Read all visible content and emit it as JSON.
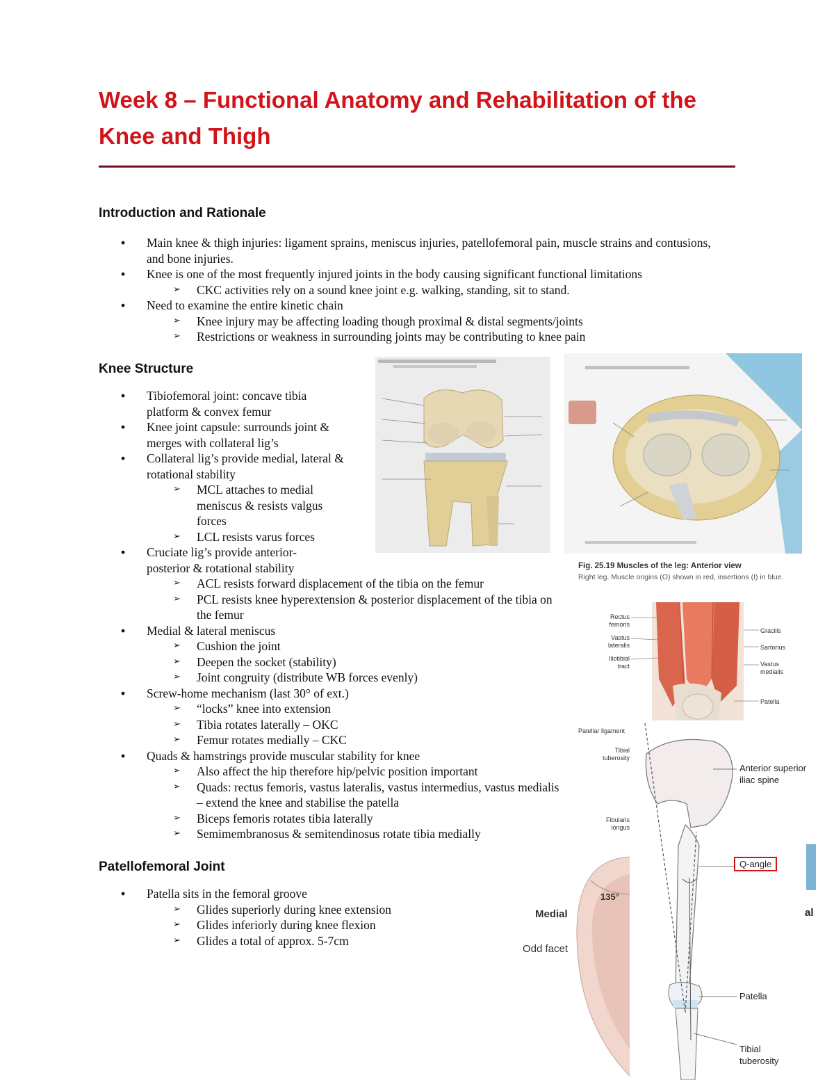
{
  "title": "Week 8 – Functional Anatomy and Rehabilitation of the Knee and Thigh",
  "colors": {
    "title": "#d0141a",
    "rule": "#6b1220",
    "bone": "#e6d3a8",
    "muscle": "#e07a5f"
  },
  "sections": {
    "intro": {
      "heading": "Introduction and Rationale",
      "items": [
        "Main knee & thigh injuries: ligament sprains, meniscus injuries, patellofemoral pain, muscle strains and contusions, and bone injuries.",
        "Knee is one of the most frequently injured joints in the body causing significant functional limitations",
        "CKC activities rely on a sound knee joint e.g. walking, standing, sit to stand.",
        "Need to examine the entire kinetic chain",
        "Knee injury may be affecting loading though proximal & distal segments/joints",
        "Restrictions or weakness in surrounding joints may be contributing to knee pain"
      ]
    },
    "structure": {
      "heading": "Knee Structure",
      "items": [
        "Tibiofemoral joint: concave tibia platform & convex femur",
        "Knee joint capsule: surrounds joint & merges with collateral lig’s",
        "Collateral lig’s provide medial, lateral & rotational stability",
        "MCL attaches to medial meniscus & resists valgus forces",
        "LCL resists varus forces",
        "Cruciate lig’s provide anterior-posterior & rotational stability",
        "ACL resists forward displacement of the tibia on the femur",
        "PCL resists knee hyperextension & posterior displacement of the tibia on the femur",
        "Medial & lateral meniscus",
        "Cushion the joint",
        "Deepen the socket (stability)",
        "Joint congruity (distribute WB forces evenly)",
        "Screw-home mechanism (last 30° of ext.)",
        "“locks” knee into extension",
        "Tibia rotates laterally – OKC",
        "Femur rotates medially – CKC",
        "Quads & hamstrings provide muscular stability for knee",
        "Also affect the hip therefore hip/pelvic position important",
        "Quads: rectus femoris, vastus lateralis, vastus intermedius, vastus medialis – extend the knee and stabilise the patella",
        "Biceps femoris rotates tibia laterally",
        "Semimembranosus & semitendinosus rotate tibia medially"
      ]
    },
    "patellofemoral": {
      "heading": "Patellofemoral Joint",
      "items": [
        "Patella sits in the femoral groove",
        "Glides superiorly during knee extension",
        "Glides inferiorly during knee flexion",
        "Glides a total of approx. 5-7cm"
      ]
    }
  },
  "figures": {
    "muscles": {
      "caption_title": "Fig. 25.19  Muscles of the leg: Anterior view",
      "caption_sub": "Right leg. Muscle origins (O) shown in red, insertions (I) in blue.",
      "labels": [
        "Rectus femoris",
        "Vastus lateralis",
        "Iliotibial tract",
        "Gracilis",
        "Sartorius",
        "Vastus medialis",
        "Patella",
        "Patellar ligament",
        "Tibial tuberosity",
        "Fibularis longus"
      ]
    },
    "qangle": {
      "labels": [
        "Anterior superior iliac spine",
        "Q-angle",
        "Patella",
        "Tibial tuberosity"
      ]
    },
    "facet": {
      "labels": [
        "135°",
        "Medial",
        "Odd facet",
        "al"
      ]
    }
  }
}
